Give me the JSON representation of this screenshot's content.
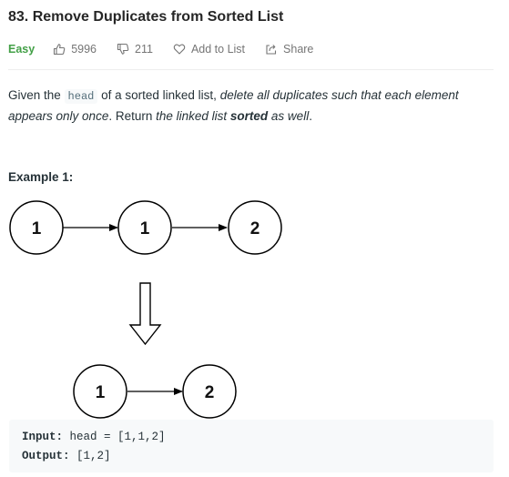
{
  "problem": {
    "title": "83. Remove Duplicates from Sorted List",
    "difficulty": "Easy",
    "likes": "5996",
    "dislikes": "211",
    "add_to_list": "Add to List",
    "share": "Share",
    "colors": {
      "difficulty": "#43a047",
      "meta": "#757575"
    }
  },
  "description": {
    "part1": "Given the ",
    "code_head": "head",
    "part2": " of a sorted linked list, ",
    "italic1": "delete all duplicates such that each element appears only once",
    "part3": ". Return ",
    "italic2": "the linked list ",
    "bold": "sorted",
    "italic3": " as well",
    "part4": "."
  },
  "example": {
    "title": "Example 1:",
    "input_nodes": [
      "1",
      "1",
      "2"
    ],
    "output_nodes": [
      "1",
      "2"
    ],
    "input_label": "Input:",
    "input_value": " head = [1,1,2]",
    "output_label": "Output:",
    "output_value": " [1,2]"
  }
}
